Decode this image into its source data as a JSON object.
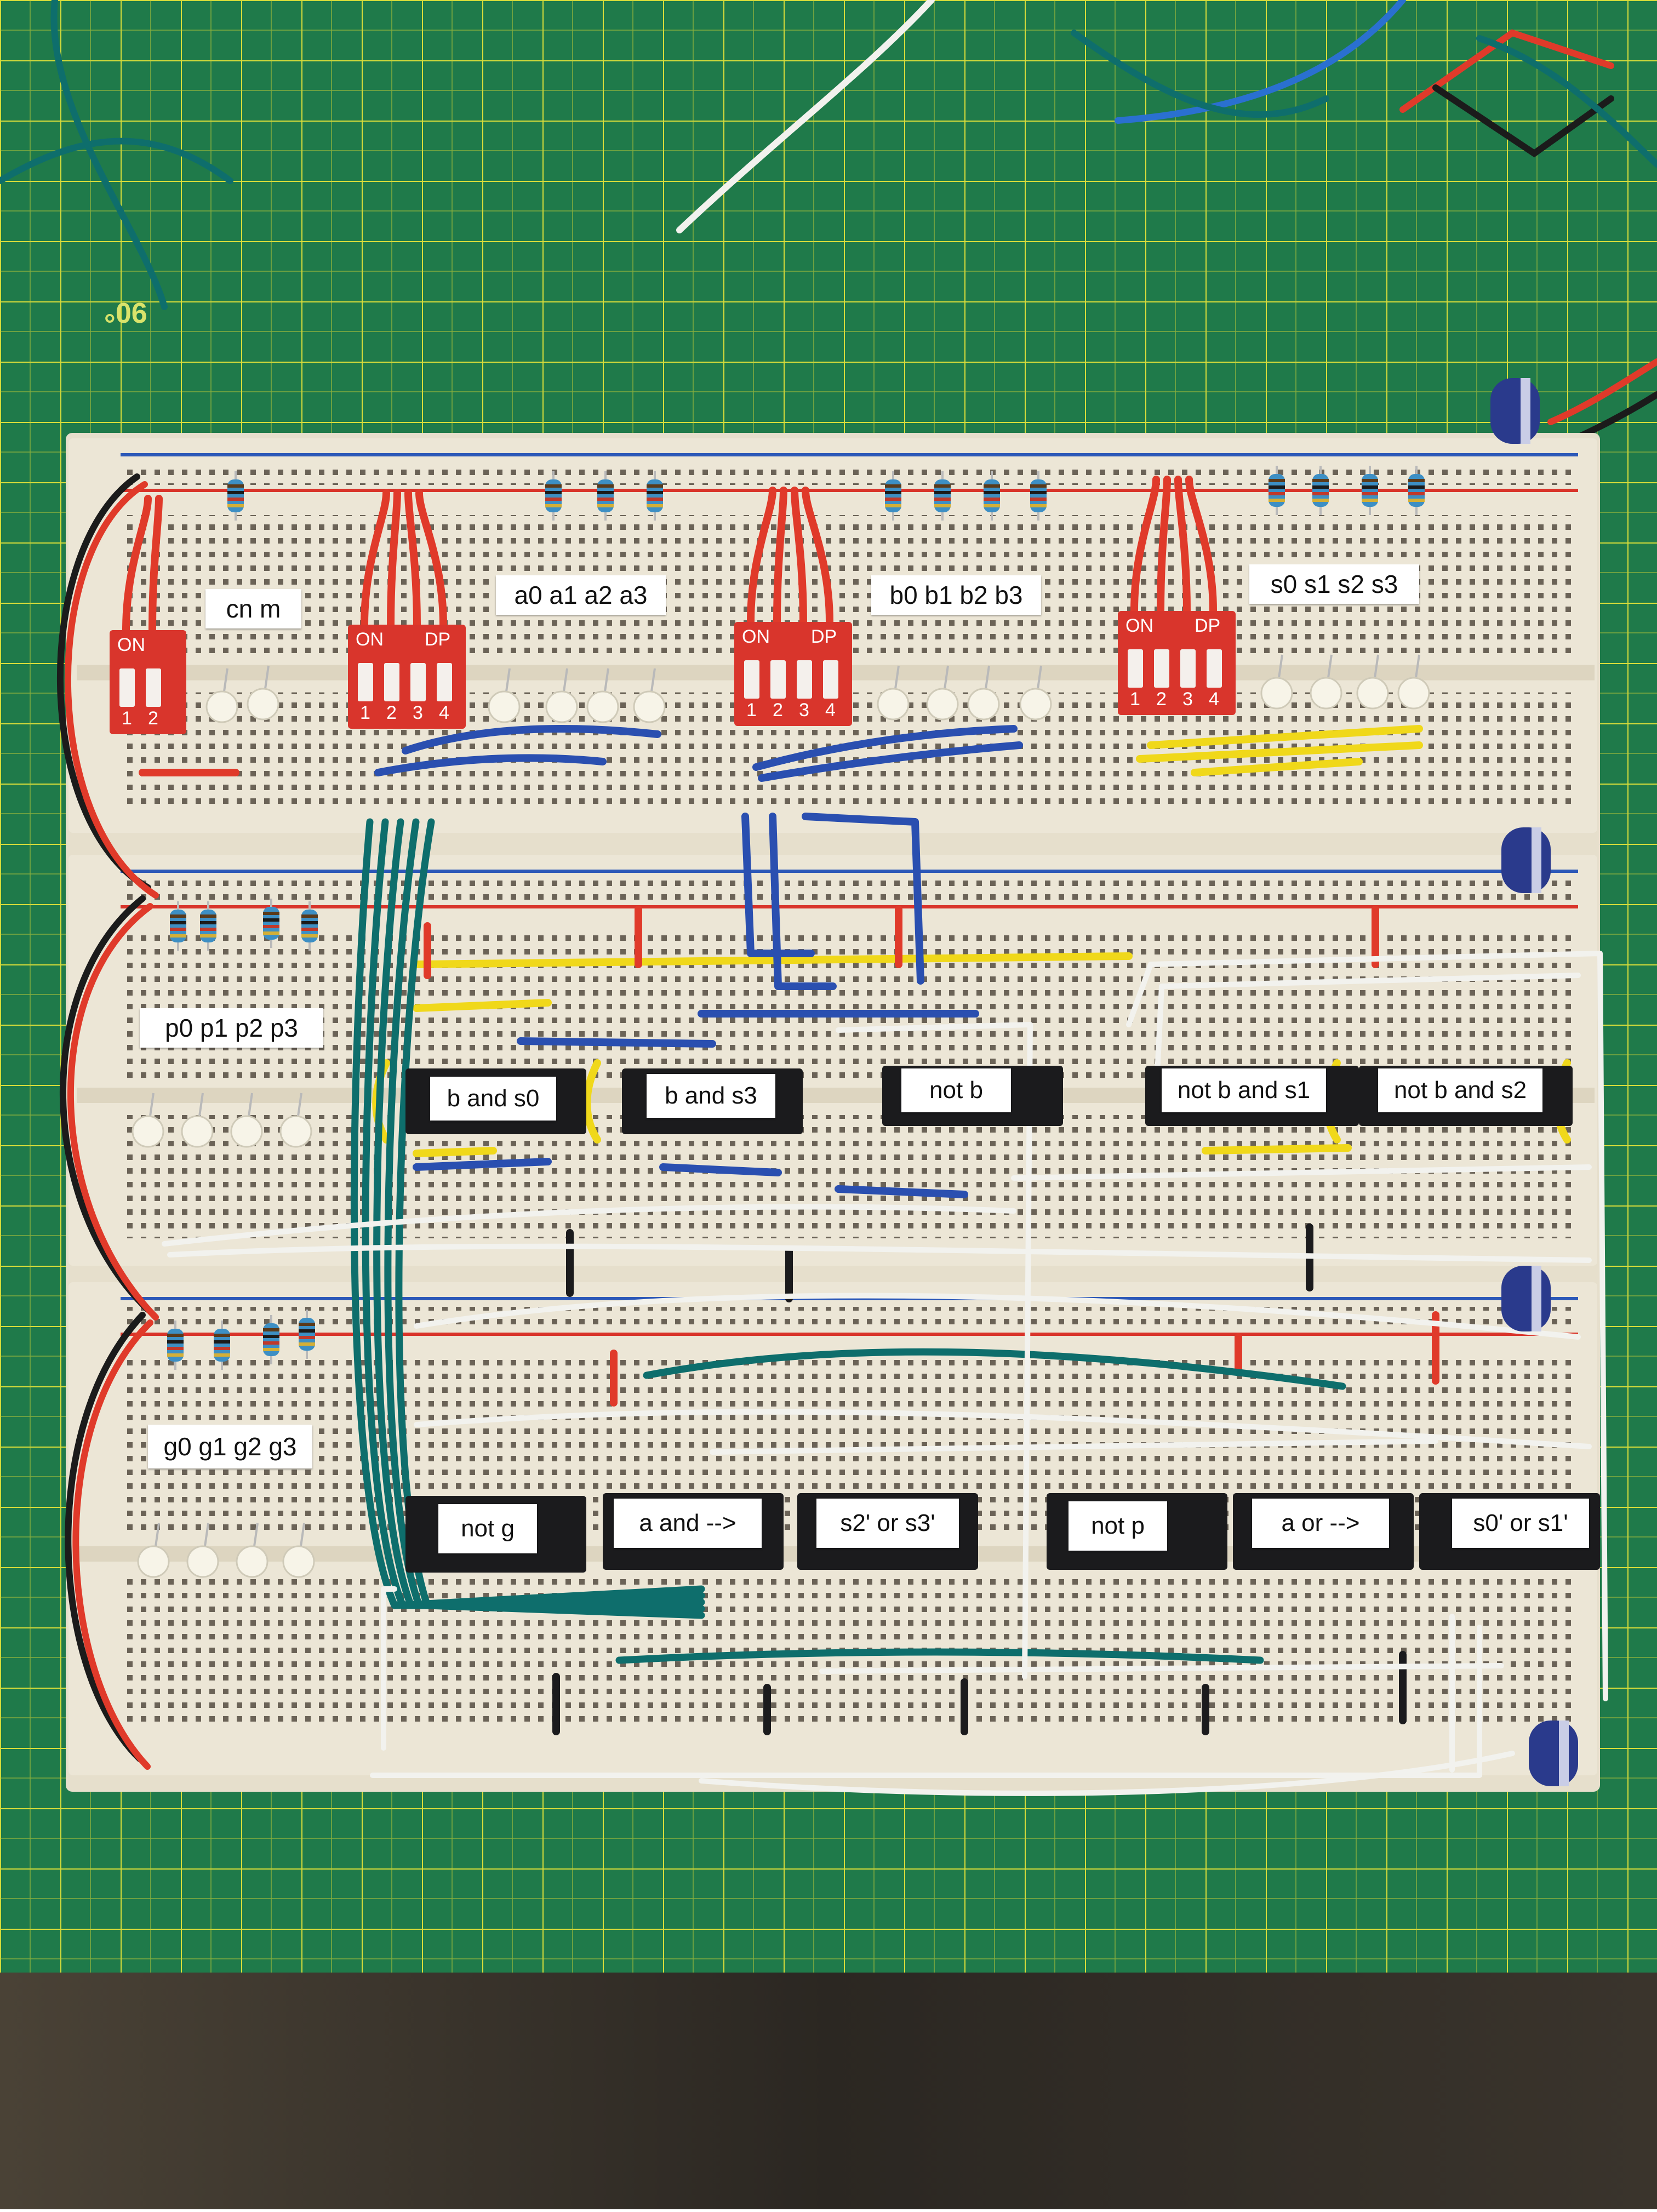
{
  "mat": {
    "ruler_mark": "90°"
  },
  "top_board": {
    "labels": {
      "cn_m": "cn  m",
      "a_inputs": "a0  a1  a2  a3",
      "b_inputs": "b0  b1  b2  b3",
      "s_inputs": "s0  s1  s2  s3"
    },
    "dip_switch": {
      "on": "ON",
      "dp": "DP",
      "n1": "1",
      "n2": "2",
      "n3": "3",
      "n4": "4"
    }
  },
  "middle_board": {
    "labels": {
      "p_outputs": "p0  p1  p2  p3"
    },
    "chips": [
      "b and s0",
      "b and s3",
      "not b",
      "not b and s1",
      "not b and s2"
    ]
  },
  "bottom_board": {
    "labels": {
      "g_outputs": "g0  g1  g2  g3"
    },
    "chips": [
      "not g",
      "a and -->",
      "s2' or s3'",
      "not p",
      "a or -->",
      "s0' or s1'"
    ]
  },
  "colors": {
    "mat_green": "#1f7a4a",
    "grid_yellow": "#d7dc3a",
    "breadboard": "#ece6d6",
    "wire_red": "#e03a2a",
    "wire_blue": "#2a4fb0",
    "wire_yellow": "#f0d81a",
    "wire_teal": "#0e6e6c",
    "wire_white": "#f2f2ee",
    "dip_red": "#d9352c",
    "chip_black": "#1b1b1d"
  }
}
